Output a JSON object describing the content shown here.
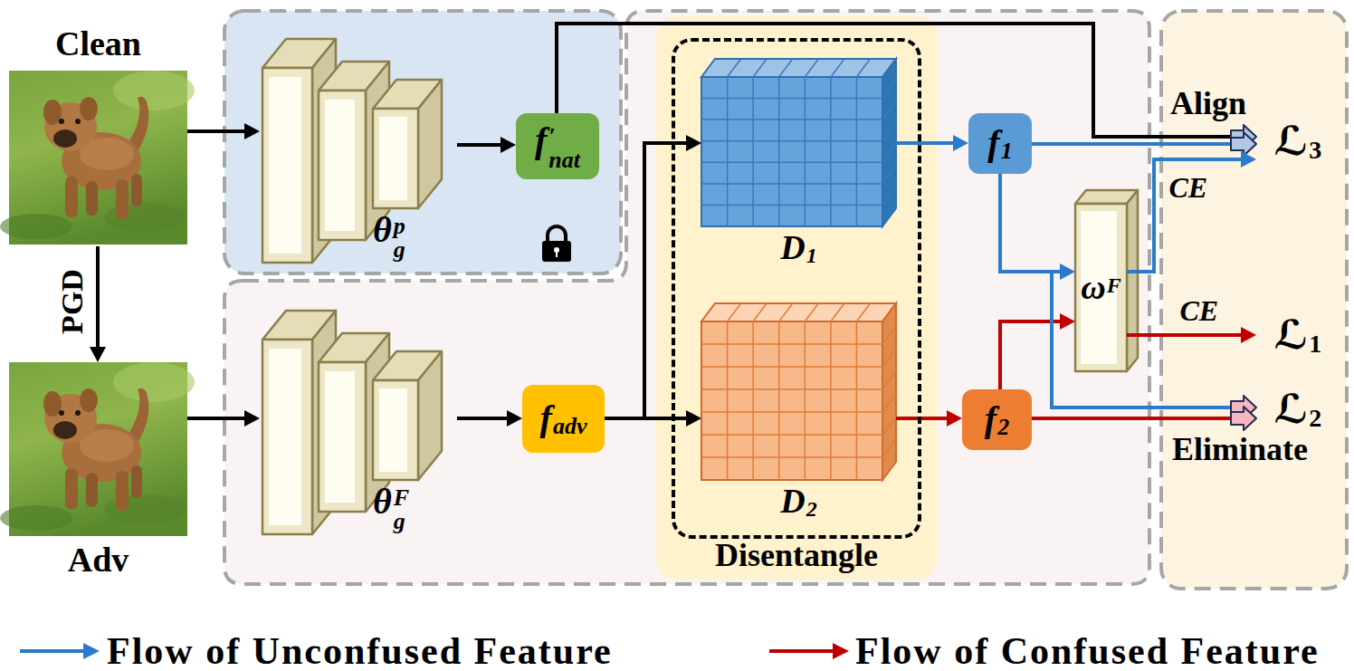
{
  "diagram": {
    "nodes": [
      {
        "text": [
          "Clean"
        ]
      },
      {
        "text": [
          "θ",
          "g",
          "p"
        ]
      },
      {
        "text": [
          "f",
          "nat",
          "′"
        ]
      },
      {
        "text": [
          "Disentangle"
        ]
      },
      {
        "text": [
          "D",
          "1"
        ],
        "in": 3
      },
      {
        "text": [
          "D",
          "2"
        ],
        "in": 3
      },
      {
        "text": [
          "f",
          "1"
        ]
      },
      {
        "text": [
          "ω",
          "F"
        ]
      },
      {
        "text": [
          "ℒ",
          "3"
        ]
      },
      {
        "text": [
          "ℒ",
          "1"
        ]
      },
      {
        "text": [
          "ℒ",
          "2"
        ]
      },
      {
        "text": [
          "Adv"
        ]
      },
      {
        "text": [
          "θ",
          "g",
          "F"
        ]
      },
      {
        "text": [
          "f",
          "adv"
        ]
      },
      {
        "text": [
          "f",
          "2"
        ]
      }
    ],
    "edges": [
      {
        "from": 0,
        "to": 11,
        "label": "PGD",
        "arrow": "to"
      },
      {
        "from": 0,
        "to": 1,
        "arrow": "to"
      },
      {
        "from": 1,
        "to": 2,
        "arrow": "to"
      },
      {
        "from": 11,
        "to": 12,
        "arrow": "to"
      },
      {
        "from": 12,
        "to": 13,
        "arrow": "to"
      },
      {
        "from": 13,
        "to": 4,
        "arrow": "to"
      },
      {
        "from": 13,
        "to": 5,
        "arrow": "to"
      },
      {
        "from": 4,
        "to": 6,
        "arrow": "to"
      },
      {
        "from": 5,
        "to": 14,
        "arrow": "to"
      },
      {
        "from": 2,
        "to": 8,
        "arrow": "to"
      },
      {
        "from": 6,
        "to": 8,
        "arrow": "to"
      },
      {
        "from": 7,
        "to": 8,
        "label": "CE",
        "arrow": "to"
      },
      {
        "from": 6,
        "to": 7,
        "arrow": "to"
      },
      {
        "from": 14,
        "to": 7,
        "arrow": "to"
      },
      {
        "from": 7,
        "to": 9,
        "label": "CE",
        "arrow": "to"
      },
      {
        "from": 6,
        "to": 10,
        "arrow": "to"
      },
      {
        "from": 14,
        "to": 10,
        "arrow": "to"
      }
    ],
    "labels": [
      "Align",
      "Eliminate"
    ],
    "legend": [
      {
        "text": "Flow of Unconfused Feature"
      },
      {
        "text": "Flow of Confused Feature"
      }
    ]
  }
}
